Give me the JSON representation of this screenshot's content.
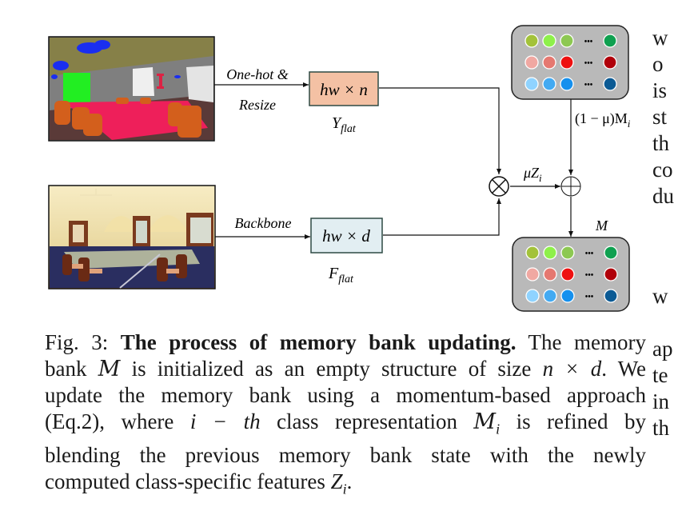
{
  "figure": {
    "labels": {
      "onehot_line1": "One-hot &",
      "onehot_line2": "Resize",
      "backbone": "Backbone",
      "y_box": "hw × n",
      "y_label_main": "Y",
      "y_label_sub": "flat",
      "f_box": "hw × d",
      "f_label_main": "F",
      "f_label_sub": "flat",
      "mu_z": "μZ",
      "mu_z_sub": "i",
      "one_minus_mu": "(1 − μ)M",
      "one_minus_mu_sub": "i",
      "memory_label": "M",
      "ellipsis": "•••"
    },
    "colors": {
      "y_box_fill": "#f4c1a4",
      "f_box_fill": "#e2eef2",
      "bank_fill": "#b9b9b9",
      "row_green": [
        "#a3c23a",
        "#8ef04a",
        "#8dc852",
        "#0fa050"
      ],
      "row_red": [
        "#f0a8a2",
        "#e57870",
        "#ee1111",
        "#b0000a"
      ],
      "row_blue": [
        "#8fd3ff",
        "#43aaf2",
        "#1590ee",
        "#0b5a94"
      ]
    },
    "operators": {
      "multiply": "⊗",
      "add": "⊕"
    }
  },
  "caption": {
    "prefix": "Fig. 3: ",
    "bold": "The process of memory bank updating.",
    "line1_rest": " The memory",
    "line2": [
      "bank ",
      "M",
      " is initialized as an empty structure of size ",
      "n × d",
      ". We"
    ],
    "line3": "update the memory bank using a momentum-based approach",
    "line4": [
      "(Eq.2), where ",
      "i − th",
      " class representation ",
      "M",
      "i",
      " is refined by"
    ],
    "line5": "blending the previous memory bank state with the newly",
    "line6": [
      "computed class-specific features ",
      "Z",
      "i",
      "."
    ]
  },
  "right_column_fragments": [
    "w",
    "o",
    "is",
    "st",
    "th",
    "co",
    "du",
    "w",
    "ap",
    "te",
    "in",
    "th"
  ]
}
